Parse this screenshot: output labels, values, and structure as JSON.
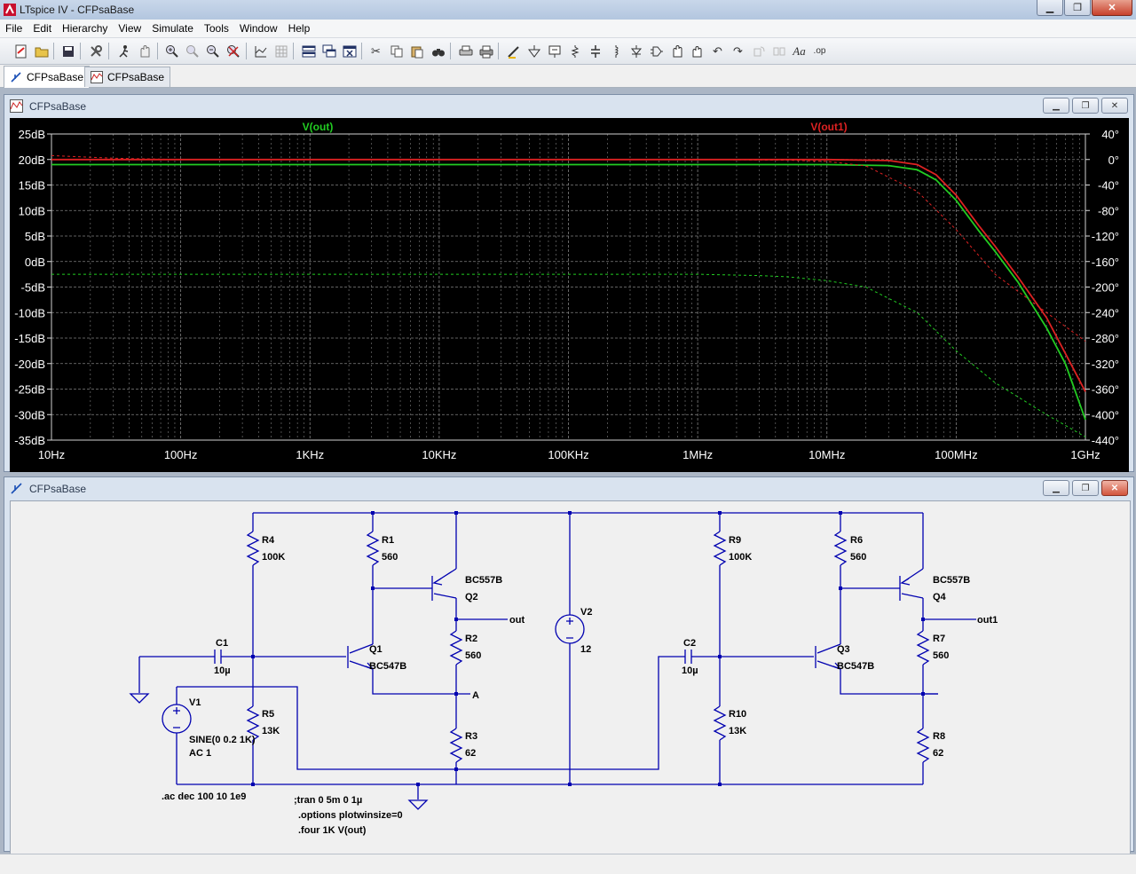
{
  "window": {
    "title": "LTspice IV - CFPsaBase"
  },
  "menu": [
    "File",
    "Edit",
    "Hierarchy",
    "View",
    "Simulate",
    "Tools",
    "Window",
    "Help"
  ],
  "toolbar_icons": [
    "new-schematic-icon",
    "open-icon",
    "save-icon",
    "control-panel-icon",
    "run-icon",
    "halt-icon",
    "zoom-in-icon",
    "zoom-out-icon",
    "zoom-fit-icon",
    "zoom-cancel-icon",
    "autorange-icon",
    "grid-icon",
    "tile-horizontal-icon",
    "cascade-icon",
    "close-window-icon",
    "cut-icon",
    "copy-icon",
    "paste-icon",
    "find-icon",
    "print-preview-icon",
    "print-icon",
    "wire-icon",
    "ground-icon",
    "label-icon",
    "resistor-icon",
    "capacitor-icon",
    "inductor-icon",
    "diode-icon",
    "component-icon",
    "move-icon",
    "drag-icon",
    "undo-icon",
    "redo-icon",
    "rotate-icon",
    "mirror-icon",
    "text-icon",
    "spice-directive-icon"
  ],
  "tabs": [
    {
      "label": "CFPsaBase",
      "icon": "schematic-icon"
    },
    {
      "label": "CFPsaBase",
      "icon": "waveform-icon"
    }
  ],
  "plot_window": {
    "title": "CFPsaBase",
    "colors": {
      "background": "#000000",
      "grid": "#808080",
      "vout": "#22cc22",
      "vout1": "#dd2222",
      "label": "#ffffff"
    },
    "chart_data": {
      "type": "line",
      "x_scale": "log",
      "x_ticks": [
        "10Hz",
        "100Hz",
        "1KHz",
        "10KHz",
        "100KHz",
        "1MHz",
        "10MHz",
        "100MHz",
        "1GHz"
      ],
      "x_range_hz": [
        10,
        1000000000
      ],
      "y_left_ticks": [
        "25dB",
        "20dB",
        "15dB",
        "10dB",
        "5dB",
        "0dB",
        "-5dB",
        "-10dB",
        "-15dB",
        "-20dB",
        "-25dB",
        "-30dB",
        "-35dB"
      ],
      "y_left_range_db": [
        -35,
        25
      ],
      "y_right_ticks": [
        "40°",
        "0°",
        "-40°",
        "-80°",
        "-120°",
        "-160°",
        "-200°",
        "-240°",
        "-280°",
        "-320°",
        "-360°",
        "-400°",
        "-440°"
      ],
      "y_right_range_deg": [
        -440,
        40
      ],
      "legend_labels": [
        "V(out)",
        "V(out1)"
      ],
      "series": [
        {
          "name": "V(out)",
          "kind": "magnitude_db",
          "style": "solid",
          "color": "#22cc22",
          "x": [
            10,
            1000,
            100000,
            1000000,
            10000000,
            30000000,
            50000000,
            70000000,
            100000000,
            150000000,
            200000000,
            300000000,
            500000000,
            700000000,
            1000000000
          ],
          "y": [
            19,
            19,
            19,
            19,
            19,
            18.8,
            18,
            16,
            12,
            6,
            2,
            -4,
            -13,
            -20,
            -31
          ]
        },
        {
          "name": "V(out1)",
          "kind": "magnitude_db",
          "style": "solid",
          "color": "#dd2222",
          "x": [
            10,
            1000,
            100000,
            1000000,
            10000000,
            30000000,
            50000000,
            70000000,
            100000000,
            150000000,
            200000000,
            300000000,
            500000000,
            700000000,
            1000000000
          ],
          "y": [
            20,
            20,
            20,
            20,
            20,
            19.8,
            19,
            17,
            13,
            7,
            3,
            -3,
            -11,
            -18,
            -25.5
          ]
        },
        {
          "name": "V(out) phase",
          "kind": "phase_deg",
          "style": "dashed",
          "color": "#22cc22",
          "x": [
            10,
            100,
            1000,
            10000,
            100000,
            1000000,
            3000000,
            5000000,
            10000000,
            20000000,
            50000000,
            100000000,
            200000000,
            500000000,
            1000000000
          ],
          "y": [
            -180,
            -180,
            -180,
            -180,
            -180,
            -180,
            -182,
            -184,
            -190,
            -200,
            -240,
            -300,
            -350,
            -400,
            -435
          ]
        },
        {
          "name": "V(out1) phase",
          "kind": "phase_deg",
          "style": "dashed",
          "color": "#dd2222",
          "x": [
            10,
            30,
            100,
            1000,
            100000,
            1000000,
            5000000,
            10000000,
            20000000,
            50000000,
            100000000,
            200000000,
            500000000,
            1000000000
          ],
          "y": [
            6,
            2,
            0,
            0,
            0,
            0,
            -1,
            -3,
            -10,
            -50,
            -110,
            -180,
            -240,
            -285
          ]
        }
      ]
    }
  },
  "schematic_window": {
    "title": "CFPsaBase",
    "labels": {
      "R4": "R4",
      "R4v": "100K",
      "R1": "R1",
      "R1v": "560",
      "Q2": "Q2",
      "Q2m": "BC557B",
      "out": "out",
      "R2": "R2",
      "R2v": "560",
      "Q1": "Q1",
      "Q1m": "BC547B",
      "A": "A",
      "R3": "R3",
      "R3v": "62",
      "C1": "C1",
      "C1v": "10µ",
      "V1": "V1",
      "V1v": "SINE(0 0.2 1K)",
      "V1ac": "AC 1",
      "R5": "R5",
      "R5v": "13K",
      "V2": "V2",
      "V2v": "12",
      "R9": "R9",
      "R9v": "100K",
      "R6": "R6",
      "R6v": "560",
      "Q4": "Q4",
      "Q4m": "BC557B",
      "out1": "out1",
      "R7": "R7",
      "R7v": "560",
      "C2": "C2",
      "C2v": "10µ",
      "Q3": "Q3",
      "Q3m": "BC547B",
      "R10": "R10",
      "R10v": "13K",
      "R8": "R8",
      "R8v": "62"
    },
    "directives": [
      ".ac dec 100 10 1e9",
      ";tran 0 5m 0 1µ",
      ".options plotwinsize=0",
      ".four 1K V(out)"
    ]
  }
}
